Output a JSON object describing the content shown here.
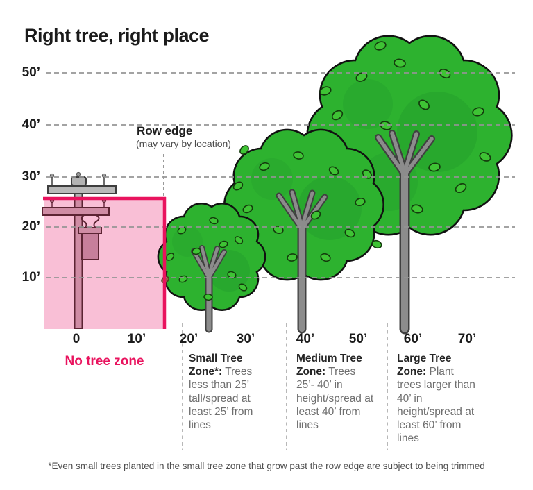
{
  "title": "Right tree, right place",
  "y_axis": {
    "labels": [
      "50’",
      "40’",
      "30’",
      "20’",
      "10’"
    ]
  },
  "x_axis": {
    "labels": [
      "0",
      "10’",
      "20’",
      "30’",
      "40’",
      "50’",
      "60’",
      "70’"
    ]
  },
  "row_edge": {
    "label": "Row edge",
    "note": "(may vary by location)"
  },
  "zones": {
    "no_tree": {
      "label": "No tree zone"
    },
    "small": {
      "heading": "Small Tree Zone*:",
      "body": "Trees less than 25’ tall/spread at least 25’ from lines"
    },
    "medium": {
      "heading": "Medium Tree Zone:",
      "body": "Trees 25’- 40’ in height/spread at least 40’ from lines"
    },
    "large": {
      "heading": "Large Tree Zone:",
      "body": "Plant trees larger than 40’ in height/spread at least 60’ from lines"
    }
  },
  "footnote": "*Even small trees planted in the small tree zone that grow past the row edge are subject to being trimmed",
  "colors": {
    "accent_magenta": "#e9135e",
    "no_tree_zone_fill": "#f9bfd6",
    "tree_green": "#2db22f",
    "leaf_green": "#3ec334",
    "trunk_gray": "#8c8c8c",
    "gridline_gray": "#949494"
  }
}
